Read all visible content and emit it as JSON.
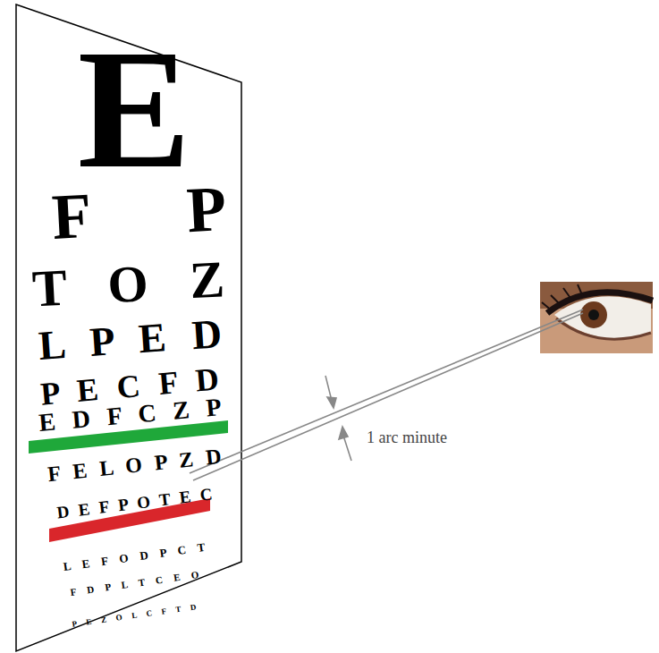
{
  "diagram": {
    "labels": [
      "E",
      "F P",
      "T O Z",
      "L P E D",
      "P E C F D",
      "E D F C Z P",
      "F E L O P Z D",
      "D E F P O T E C",
      "L E F O D P C T",
      "F D P L T C E O",
      "P E Z O L C F T D",
      "1 arc minute"
    ]
  }
}
